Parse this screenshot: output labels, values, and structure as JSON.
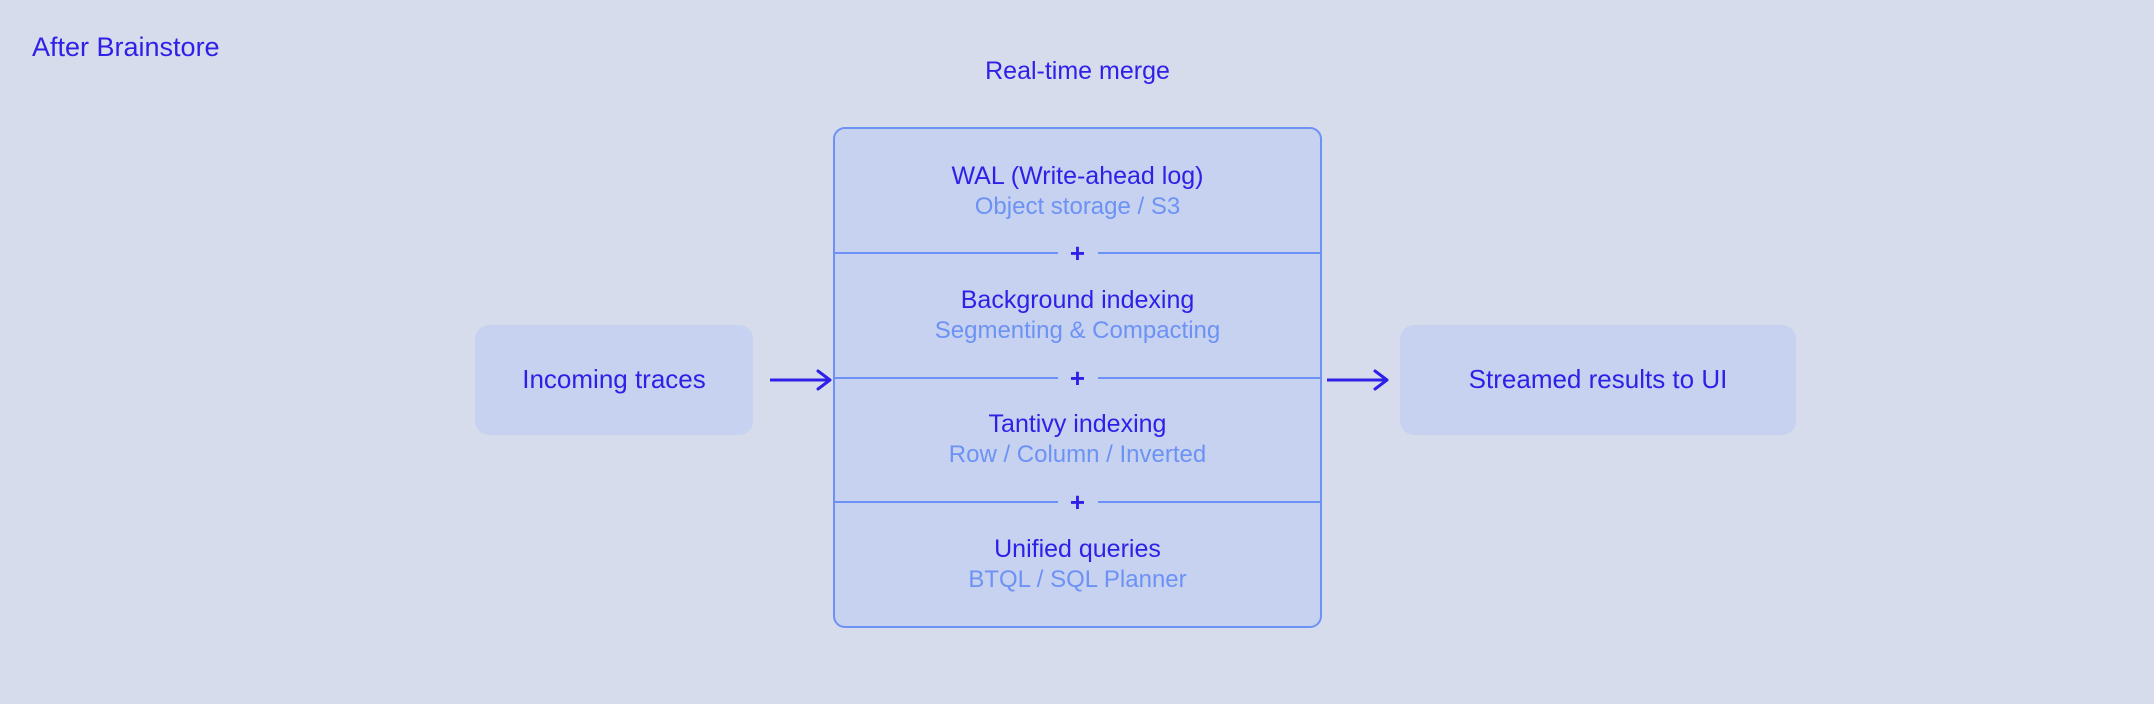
{
  "page": {
    "title": "After Brainstore",
    "background_color": "#d7dcec"
  },
  "colors": {
    "primary_text": "#2f20e8",
    "secondary_text": "#6d92f5",
    "box_fill": "#c6d2ef",
    "border": "#6d92f5"
  },
  "flow": {
    "input": {
      "label": "Incoming traces"
    },
    "output": {
      "label": "Streamed results to UI"
    },
    "arrow_in": {
      "name": "arrow-right-icon"
    },
    "arrow_out": {
      "name": "arrow-right-icon"
    }
  },
  "stack": {
    "title": "Real-time merge",
    "separator": "+",
    "layers": [
      {
        "title": "WAL (Write-ahead log)",
        "subtitle": "Object storage / S3"
      },
      {
        "title": "Background indexing",
        "subtitle": "Segmenting & Compacting"
      },
      {
        "title": "Tantivy indexing",
        "subtitle": "Row / Column / Inverted"
      },
      {
        "title": "Unified queries",
        "subtitle": "BTQL / SQL Planner"
      }
    ]
  }
}
